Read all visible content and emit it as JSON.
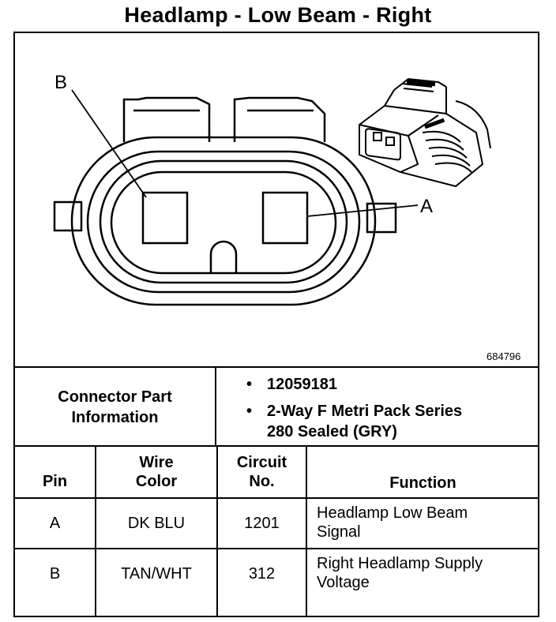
{
  "title": "Headlamp - Low Beam - Right",
  "figure_number": "684796",
  "pin_labels": {
    "a": "A",
    "b": "B"
  },
  "connector": {
    "label_line1": "Connector Part",
    "label_line2": "Information",
    "bullet": "•",
    "info": [
      "12059181",
      "2-Way F Metri Pack Series",
      "280 Sealed (GRY)"
    ]
  },
  "table": {
    "headers": {
      "pin": "Pin",
      "wire_color_1": "Wire",
      "wire_color_2": "Color",
      "circuit_1": "Circuit",
      "circuit_2": "No.",
      "function": "Function"
    },
    "rows": [
      {
        "pin": "A",
        "wire_color": "DK BLU",
        "circuit": "1201",
        "function_1": "Headlamp Low Beam",
        "function_2": "Signal"
      },
      {
        "pin": "B",
        "wire_color": "TAN/WHT",
        "circuit": "312",
        "function_1": "Right Headlamp Supply",
        "function_2": "Voltage"
      }
    ]
  }
}
